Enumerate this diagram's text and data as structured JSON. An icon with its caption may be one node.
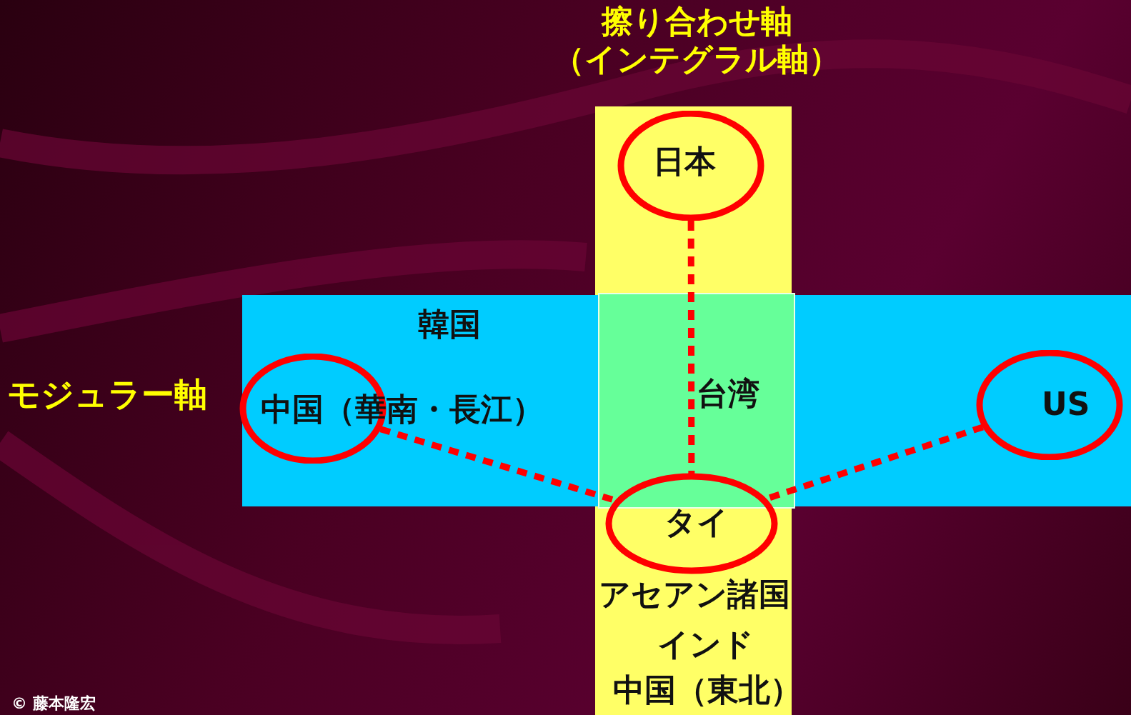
{
  "diagram": {
    "nodes": [
      {
        "text": [
          "擦り合わせ軸（インテグラル軸）"
        ]
      },
      {
        "text": [
          "モジュラー軸"
        ]
      },
      {
        "text": [
          "日本"
        ],
        "in": 0
      },
      {
        "text": [
          "中国（華南・長江）"
        ],
        "in": 1
      },
      {
        "text": [
          "US"
        ],
        "in": 1
      },
      {
        "text": [
          "タイ"
        ],
        "in": 0
      }
    ],
    "edges": [
      {
        "from": 2,
        "to": 5,
        "arrow": "none",
        "style": "dashed"
      },
      {
        "from": 3,
        "to": 5,
        "arrow": "none",
        "style": "dashed"
      },
      {
        "from": 4,
        "to": 5,
        "arrow": "none",
        "style": "dashed"
      }
    ],
    "labels": [
      "韓国",
      "台湾",
      "アセアン諸国",
      "インド",
      "中国（東北）",
      "© 藤本隆宏"
    ]
  }
}
